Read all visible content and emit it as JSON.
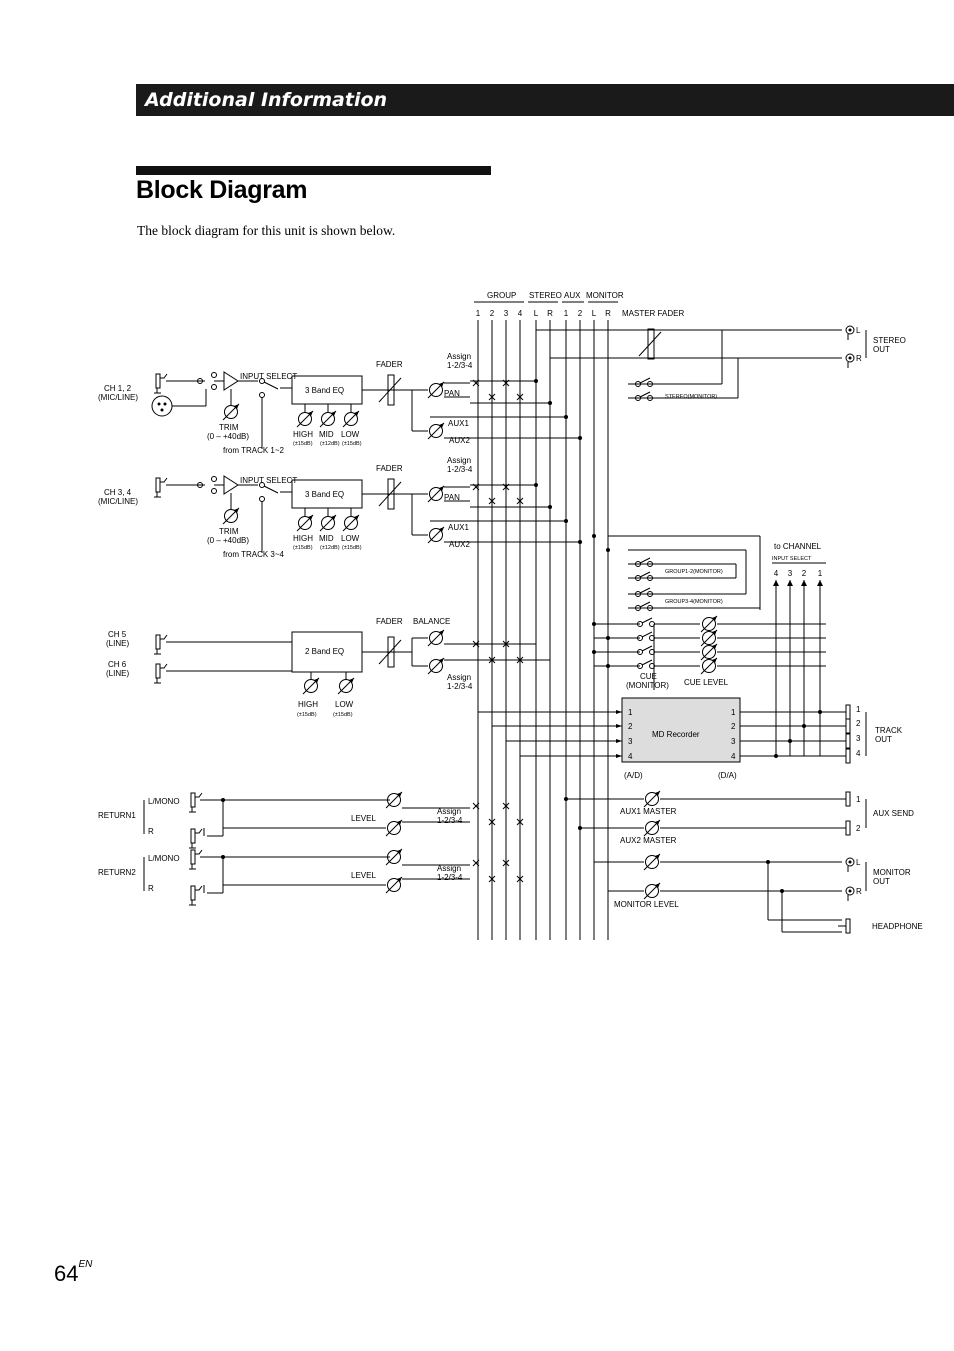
{
  "header": {
    "section": "Additional Information"
  },
  "title": "Block Diagram",
  "intro": "The block diagram for this unit is shown below.",
  "diagram": {
    "bus_groups": {
      "group": "GROUP",
      "stereo": "STEREO",
      "aux": "AUX",
      "monitor": "MONITOR"
    },
    "bus_numbers": [
      "1",
      "2",
      "3",
      "4",
      "L",
      "R",
      "1",
      "2",
      "L",
      "R"
    ],
    "master_fader": "MASTER FADER",
    "stereo_out": "STEREO\nOUT",
    "l": "L",
    "r": "R",
    "stereo_monitor": "STEREO(MONITOR)",
    "ch12": "CH 1, 2",
    "ch34": "CH 3, 4",
    "mic_line": "(MIC/LINE)",
    "input_select": "INPUT SELECT",
    "eq3": "3 Band EQ",
    "eq2": "2 Band EQ",
    "trim": "TRIM",
    "trim_range": "(0 – +40dB)",
    "high": "HIGH",
    "mid": "MID",
    "low": "LOW",
    "r15": "(±15dB)",
    "r12": "(±12dB)",
    "from12": "from TRACK 1~2",
    "from34": "from TRACK 3~4",
    "fader": "FADER",
    "balance": "BALANCE",
    "pan": "PAN",
    "assign": "Assign",
    "assign_values": "1-2/3-4",
    "aux1": "AUX1",
    "aux2": "AUX2",
    "ch5": "CH 5",
    "ch6": "CH 6",
    "line": "(LINE)",
    "group12": "GROUP1-2(MONITOR)",
    "group34": "GROUP3-4(MONITOR)",
    "to_channel": "to CHANNEL",
    "input_select2": "INPUT SELECT",
    "ts_numbers": [
      "4",
      "3",
      "2",
      "1"
    ],
    "cue": "CUE",
    "monitor_paren": "(MONITOR)",
    "cue_level": "CUE LEVEL",
    "md": "MD  Recorder",
    "md_in": [
      "1",
      "2",
      "3",
      "4"
    ],
    "ad": "(A/D)",
    "da": "(D/A)",
    "track_out": "TRACK\nOUT",
    "track_nums": [
      "1",
      "2",
      "3",
      "4"
    ],
    "return1": "RETURN1",
    "return2": "RETURN2",
    "lmono": "L/MONO",
    "level": "LEVEL",
    "aux1_master": "AUX1 MASTER",
    "aux2_master": "AUX2 MASTER",
    "aux_send": "AUX SEND",
    "aux_nums": [
      "1",
      "2"
    ],
    "monitor_out": "MONITOR\nOUT",
    "monitor_level": "MONITOR LEVEL",
    "headphone": "HEADPHONE"
  },
  "page": {
    "number": "64",
    "suffix": "EN"
  }
}
